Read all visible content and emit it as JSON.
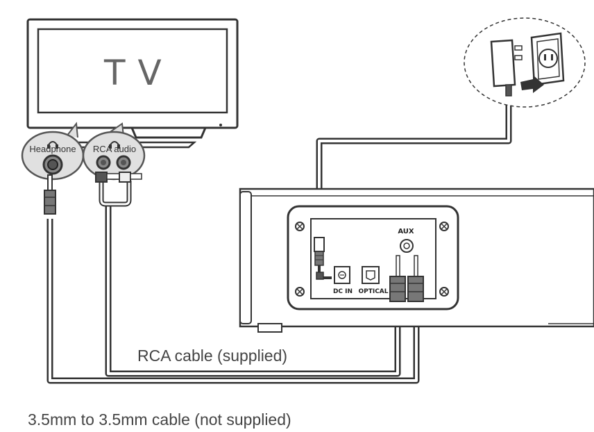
{
  "tv": {
    "label": "TV"
  },
  "tv_outputs": {
    "headphone_label": "Headphone",
    "rca_label": "RCA audio"
  },
  "soundbar_ports": {
    "aux_label": "AUX",
    "dc_in_label": "DC IN",
    "optical_label": "OPTICAL"
  },
  "cables": {
    "rca_caption": "RCA cable (supplied)",
    "aux_caption": "3.5mm to 3.5mm cable (not supplied)"
  },
  "icons": [
    "headphone-icon",
    "power-adapter-icon",
    "wall-outlet-icon",
    "arrow-icon",
    "screw-icon"
  ]
}
